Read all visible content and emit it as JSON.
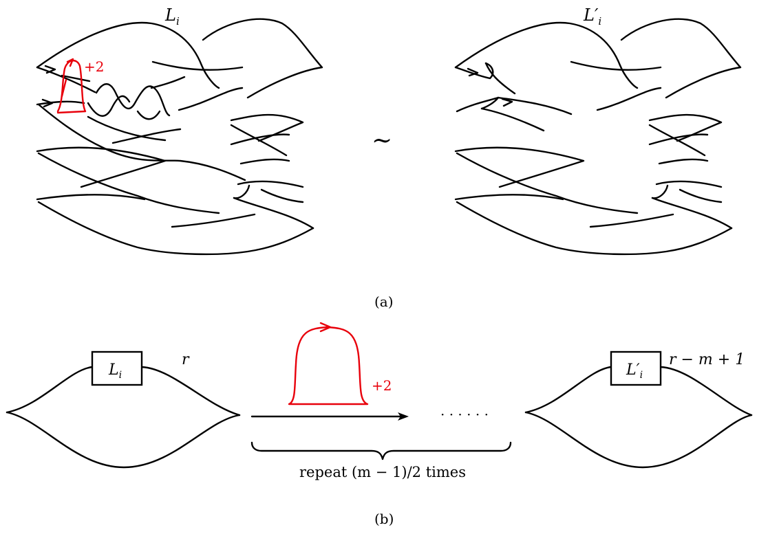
{
  "panel_a": {
    "label_left": "L",
    "label_left_sub": "i",
    "label_right": "L′",
    "label_right_sub": "i",
    "equivalence_symbol": "∼",
    "framing": "+2",
    "caption": "(a)"
  },
  "panel_b": {
    "box_left": "L",
    "box_left_sub": "i",
    "box_right": "L′",
    "box_right_sub": "i",
    "label_r": "r",
    "label_result": "r − m + 1",
    "framing": "+2",
    "dots": "· · · · · ·",
    "brace_label": "repeat (m − 1)/2 times",
    "caption": "(b)"
  },
  "colors": {
    "ink": "#000000",
    "surgery": "#e8000b"
  }
}
